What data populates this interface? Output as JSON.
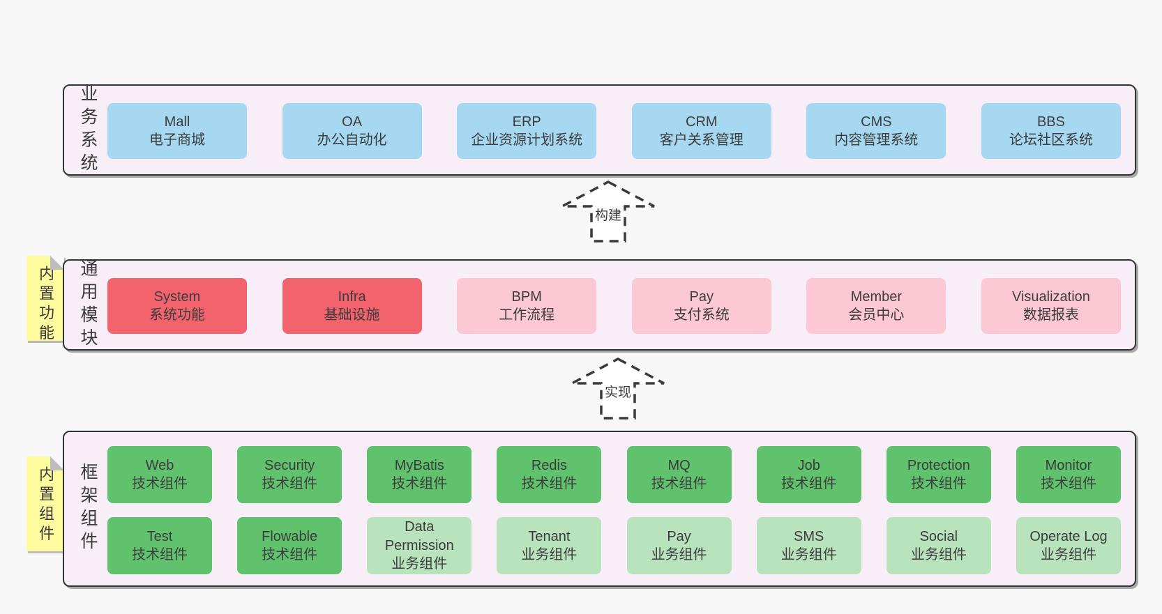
{
  "colors": {
    "page_bg": "#f7f7f7",
    "panel_bg": "#f8eef8",
    "panel_border": "#333333",
    "node_blue": "#a7d8f2",
    "node_red": "#f2636d",
    "node_pink": "#fbc8d3",
    "node_green_dark": "#60c26d",
    "node_green_light": "#b8e3bc",
    "sticky_yellow": "#fdfb9e",
    "text": "#3c3c3c"
  },
  "arrows": [
    {
      "label": "构建"
    },
    {
      "label": "实现"
    }
  ],
  "sections": [
    {
      "side_label": "业务系统",
      "rows": [
        [
          {
            "en": "Mall",
            "zh": "电子商城",
            "variant": "blue"
          },
          {
            "en": "OA",
            "zh": "办公自动化",
            "variant": "blue"
          },
          {
            "en": "ERP",
            "zh": "企业资源计划系统",
            "variant": "blue"
          },
          {
            "en": "CRM",
            "zh": "客户关系管理",
            "variant": "blue"
          },
          {
            "en": "CMS",
            "zh": "内容管理系统",
            "variant": "blue"
          },
          {
            "en": "BBS",
            "zh": "论坛社区系统",
            "variant": "blue"
          }
        ]
      ]
    },
    {
      "side_label": "通用模块",
      "sticky_label": "内置功能",
      "rows": [
        [
          {
            "en": "System",
            "zh": "系统功能",
            "variant": "red"
          },
          {
            "en": "Infra",
            "zh": "基础设施",
            "variant": "red"
          },
          {
            "en": "BPM",
            "zh": "工作流程",
            "variant": "pink"
          },
          {
            "en": "Pay",
            "zh": "支付系统",
            "variant": "pink"
          },
          {
            "en": "Member",
            "zh": "会员中心",
            "variant": "pink"
          },
          {
            "en": "Visualization",
            "zh": "数据报表",
            "variant": "pink"
          }
        ]
      ]
    },
    {
      "side_label": "框架组件",
      "sticky_label": "内置组件",
      "rows": [
        [
          {
            "en": "Web",
            "zh": "技术组件",
            "variant": "green-dark"
          },
          {
            "en": "Security",
            "zh": "技术组件",
            "variant": "green-dark"
          },
          {
            "en": "MyBatis",
            "zh": "技术组件",
            "variant": "green-dark"
          },
          {
            "en": "Redis",
            "zh": "技术组件",
            "variant": "green-dark"
          },
          {
            "en": "MQ",
            "zh": "技术组件",
            "variant": "green-dark"
          },
          {
            "en": "Job",
            "zh": "技术组件",
            "variant": "green-dark"
          },
          {
            "en": "Protection",
            "zh": "技术组件",
            "variant": "green-dark"
          },
          {
            "en": "Monitor",
            "zh": "技术组件",
            "variant": "green-dark"
          }
        ],
        [
          {
            "en": "Test",
            "zh": "技术组件",
            "variant": "green-dark"
          },
          {
            "en": "Flowable",
            "zh": "技术组件",
            "variant": "green-dark"
          },
          {
            "en": "Data Permission",
            "zh": "业务组件",
            "variant": "green-light"
          },
          {
            "en": "Tenant",
            "zh": "业务组件",
            "variant": "green-light"
          },
          {
            "en": "Pay",
            "zh": "业务组件",
            "variant": "green-light"
          },
          {
            "en": "SMS",
            "zh": "业务组件",
            "variant": "green-light"
          },
          {
            "en": "Social",
            "zh": "业务组件",
            "variant": "green-light"
          },
          {
            "en": "Operate Log",
            "zh": "业务组件",
            "variant": "green-light"
          }
        ]
      ]
    }
  ]
}
